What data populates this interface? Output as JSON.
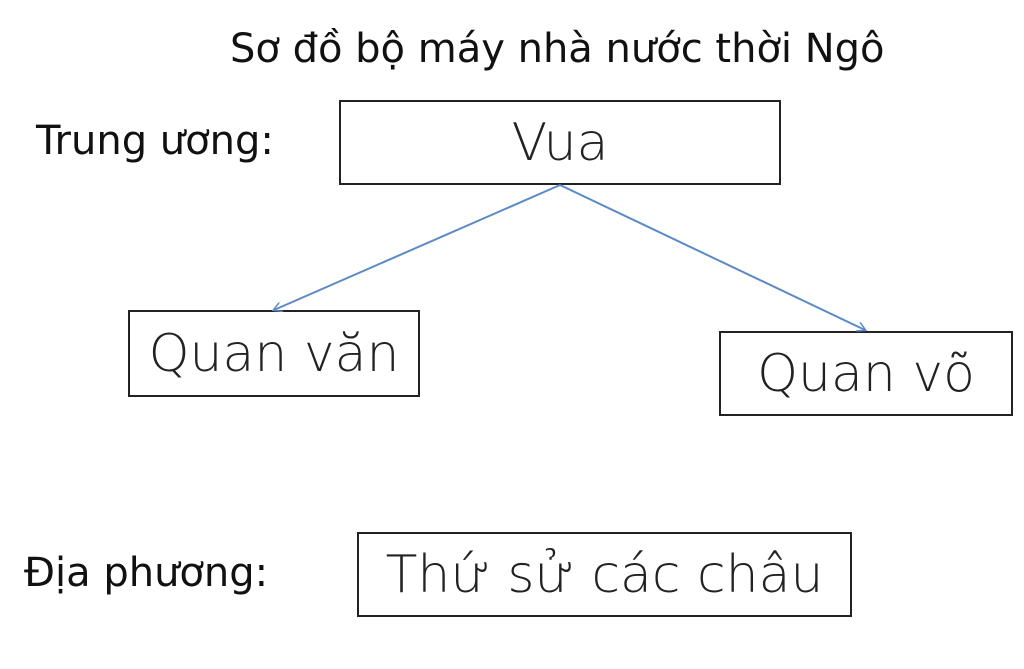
{
  "title": "Sơ đồ bộ máy nhà nước thời Ngô",
  "labels": {
    "central": "Trung ương:",
    "local": "Địa phương:"
  },
  "nodes": {
    "king": "Vua",
    "civil": "Quan văn",
    "military": "Quan võ",
    "governors": "Thứ sử các châu"
  },
  "colors": {
    "arrow": "#5b8ac6",
    "border": "#222222"
  }
}
